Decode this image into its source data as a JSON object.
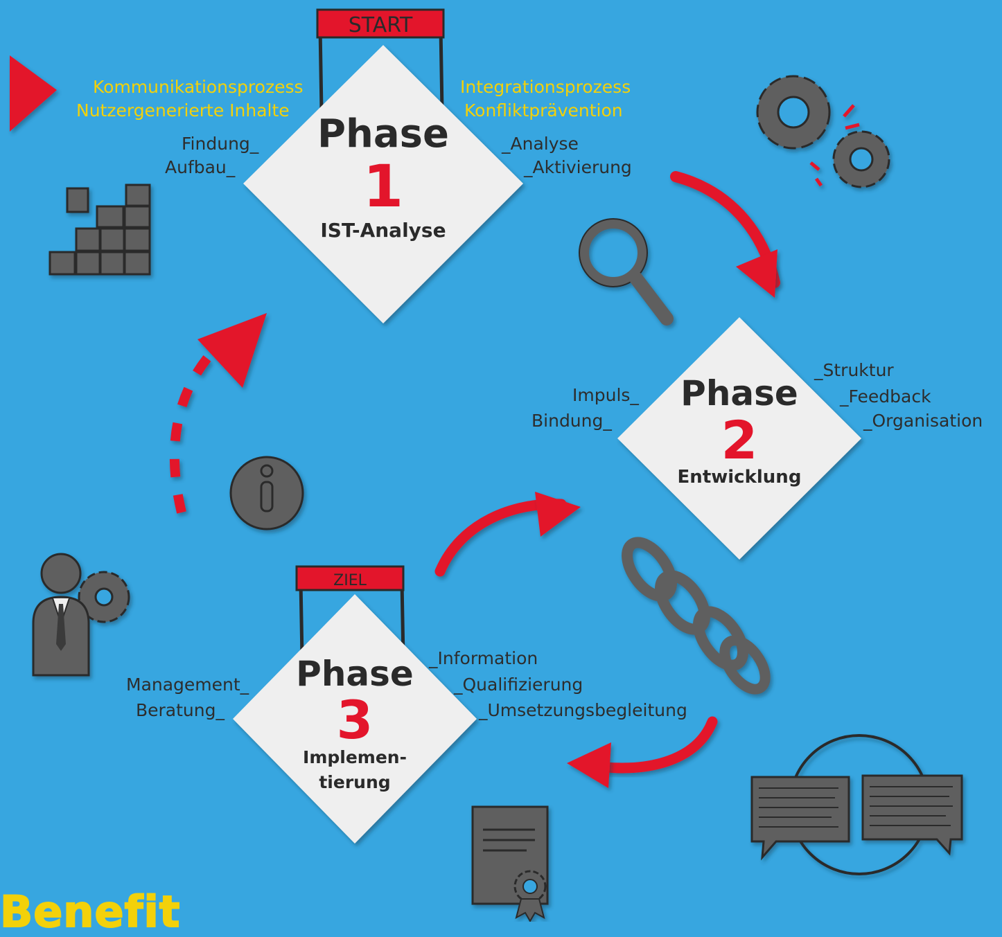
{
  "banner_start": "START",
  "banner_goal": "ZIEL",
  "phases": [
    {
      "word": "Phase",
      "number": "1",
      "subtitle": "IST-Analyse",
      "left_terms": [
        "Findung_",
        "Aufbau_"
      ],
      "right_terms": [
        "_Analyse",
        "_Aktivierung"
      ]
    },
    {
      "word": "Phase",
      "number": "2",
      "subtitle": "Entwicklung",
      "left_terms": [
        "Impuls_",
        "Bindung_"
      ],
      "right_terms": [
        "_Struktur",
        "_Feedback",
        "_Organisation"
      ]
    },
    {
      "word": "Phase",
      "number": "3",
      "subtitle_lines": [
        "Implemen-",
        "tierung"
      ],
      "left_terms": [
        "Management_",
        "Beratung_"
      ],
      "right_terms": [
        "_Information",
        "_Qualifizierung",
        "_Umsetzungsbegleitung"
      ]
    }
  ],
  "process_left": [
    "Kommunikationsprozess",
    "Nutzergenerierte Inhalte"
  ],
  "process_right": [
    "Integrationsprozess",
    "Konfliktprävention"
  ],
  "footer_title": "Benefit",
  "icons": [
    "blocks-stairs-icon",
    "gears-icon",
    "magnifier-icon",
    "info-icon",
    "businessman-gear-icon",
    "chain-icon",
    "certificate-icon",
    "exchange-cards-icon",
    "play-triangle-icon"
  ],
  "colors": {
    "background": "#37a6e0",
    "accent_red": "#e3152b",
    "highlight_yellow": "#f3d10a",
    "diamond": "#efefef",
    "icon_gray": "#606060",
    "text_dark": "#2d2d2d"
  }
}
